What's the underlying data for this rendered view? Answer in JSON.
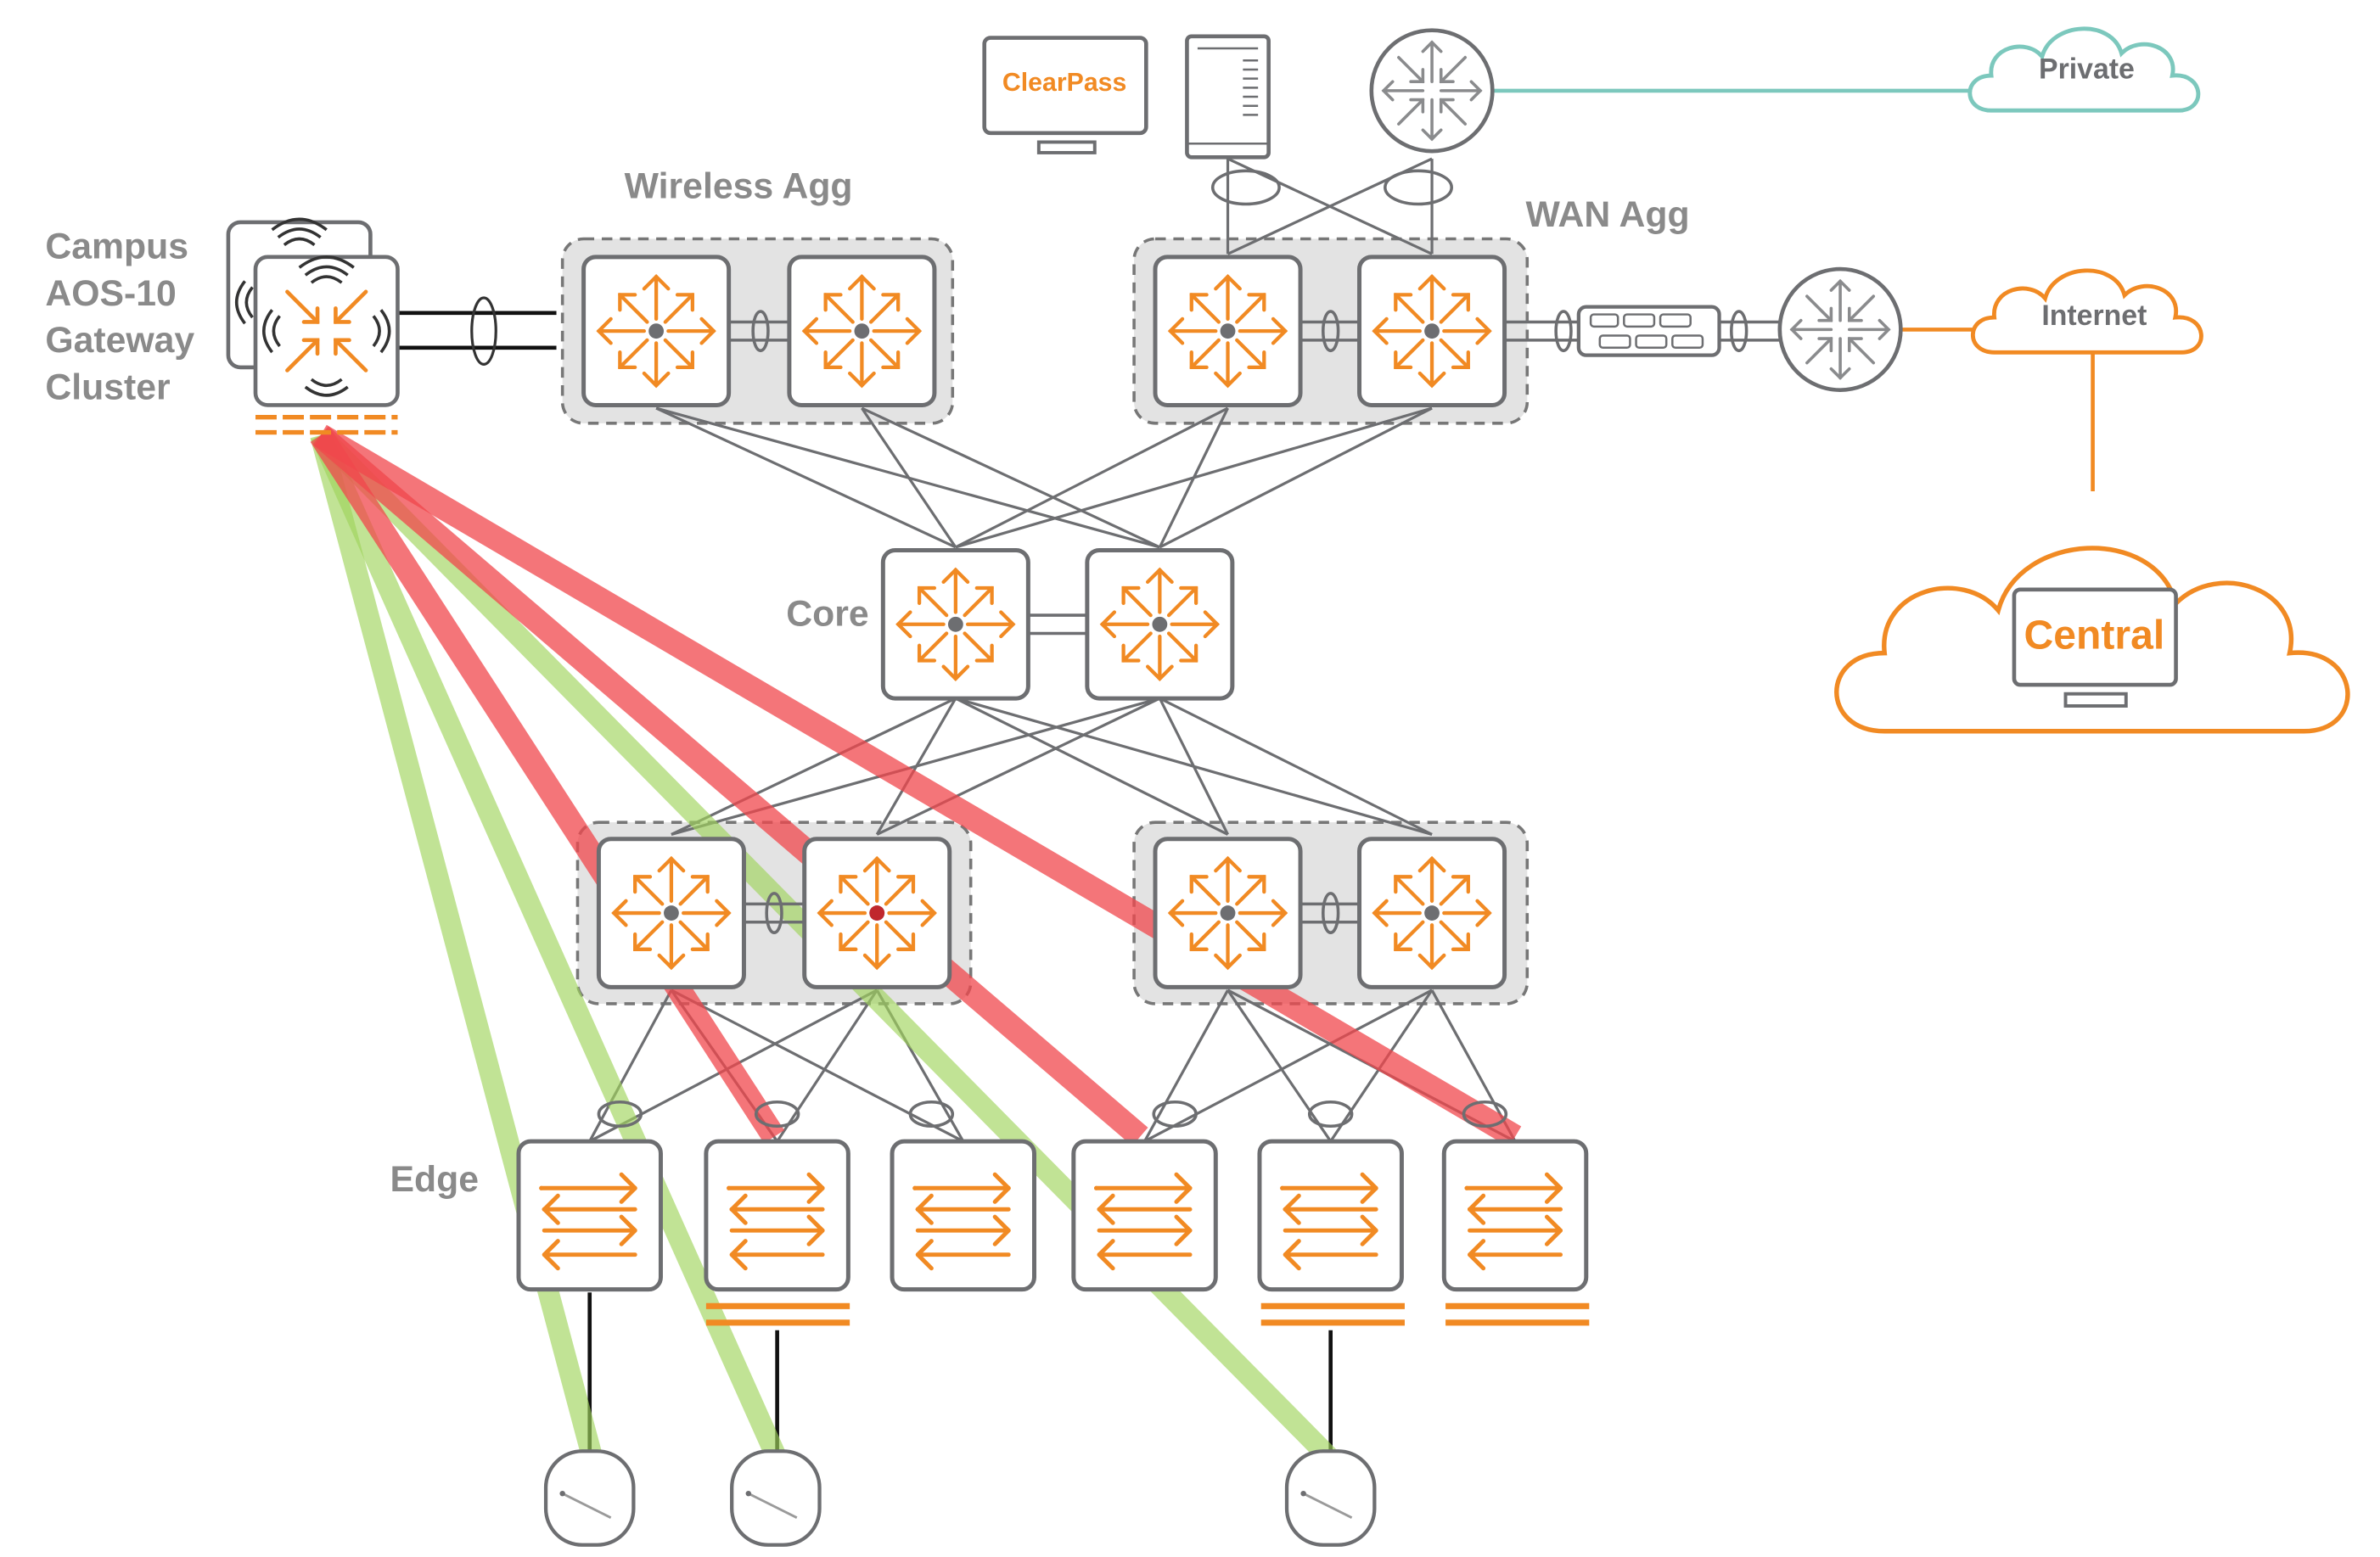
{
  "labels": {
    "gateway_cluster": [
      "Campus",
      "AOS-10",
      "Gateway",
      "Cluster"
    ],
    "wireless_agg": "Wireless Agg",
    "wan_agg": "WAN Agg",
    "core": "Core",
    "edge": "Edge"
  },
  "devices": {
    "clearpass": "ClearPass",
    "central": "Central"
  },
  "clouds": {
    "private": "Private",
    "internet": "Internet"
  },
  "colors": {
    "orange": "#f18a23",
    "gray": "#6d6e71",
    "label_gray": "#8a8a8a",
    "group_fill": "#e3e3e3",
    "red_path": "#f0474c",
    "green_path": "#9fd45c",
    "private_link": "#7cc8bd"
  },
  "icons": [
    "router-icon",
    "switch-icon",
    "server-icon",
    "monitor-icon",
    "firewall-icon",
    "access-point-icon",
    "cloud-icon",
    "gateway-icon"
  ]
}
